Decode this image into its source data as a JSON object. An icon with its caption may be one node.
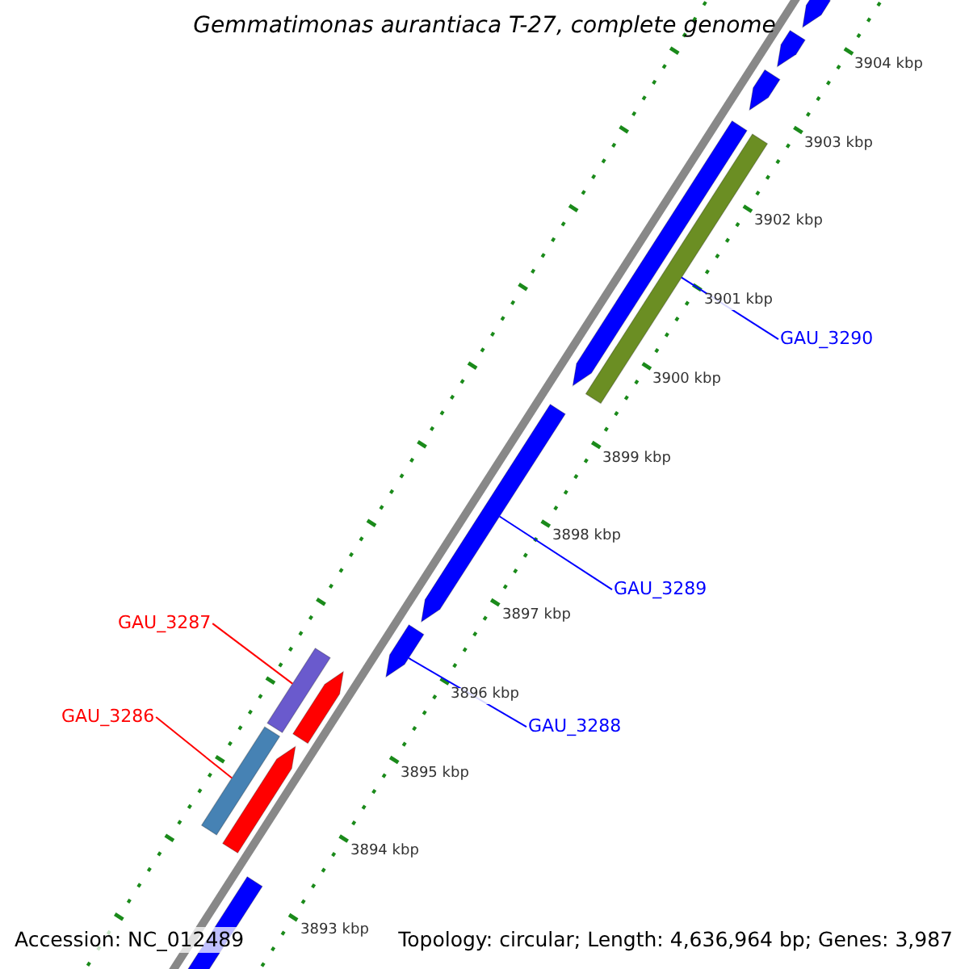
{
  "diagram": {
    "title": "Gemmatimonas aurantiaca T-27, complete genome",
    "nodes": [
      {
        "text": [
          "GAU_3290"
        ]
      },
      {
        "text": [],
        "shape": "bar"
      },
      {
        "text": [
          "GAU_3289"
        ]
      },
      {
        "text": [],
        "shape": "arrow"
      },
      {
        "text": [
          "GAU_3288"
        ]
      },
      {
        "text": [],
        "shape": "arrow"
      },
      {
        "text": [
          "GAU_3287"
        ]
      },
      {
        "text": [],
        "shape": "bar"
      },
      {
        "text": [
          "GAU_3286"
        ]
      },
      {
        "text": [],
        "shape": "bar"
      }
    ],
    "edges": [
      {
        "from": 0,
        "to": 1,
        "arrow": "none"
      },
      {
        "from": 2,
        "to": 3,
        "arrow": "none"
      },
      {
        "from": 4,
        "to": 5,
        "arrow": "none"
      },
      {
        "from": 6,
        "to": 7,
        "arrow": "none",
        "color": "#ff0000"
      },
      {
        "from": 8,
        "to": 9,
        "arrow": "none",
        "color": "#ff0000"
      }
    ],
    "labels": [
      "3904 kbp",
      "3903 kbp",
      "3902 kbp",
      "3901 kbp",
      "3900 kbp",
      "3899 kbp",
      "3898 kbp",
      "3897 kbp",
      "3896 kbp",
      "3895 kbp",
      "3894 kbp",
      "3893 kbp",
      "Accession: NC_012489",
      "Topology: circular; Length: 4,636,964 bp; Genes: 3,987"
    ]
  }
}
